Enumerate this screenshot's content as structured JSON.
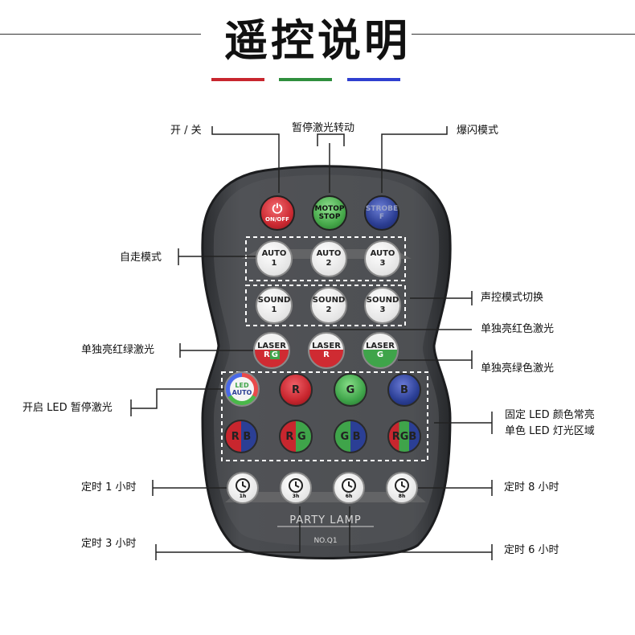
{
  "title": "遥控说明",
  "labels": {
    "power": "开 / 关",
    "pause_motor": "暂停激光转动",
    "strobe": "爆闪模式",
    "auto_mode": "自走模式",
    "sound_mode": "声控模式切换",
    "red_laser": "单独亮红色激光",
    "red_green_laser": "单独亮红绿激光",
    "green_laser": "单独亮绿色激光",
    "led_on_pause_laser": "开启 LED 暂停激光",
    "fixed_led_1": "固定 LED 颜色常亮",
    "fixed_led_2": "单色 LED 灯光区域",
    "timer_1h": "定时 1 小时",
    "timer_8h": "定时 8 小时",
    "timer_3h": "定时 3 小时",
    "timer_6h": "定时 6 小时"
  },
  "remote": {
    "power": {
      "text": "ON/OFF",
      "color": "#cc2a32"
    },
    "motor": {
      "line1": "MOTOP",
      "line2": "STOP",
      "color": "#46a84a"
    },
    "strobe": {
      "line1": "STROBE",
      "line2": "F",
      "color": "#2c3e93"
    },
    "auto": [
      {
        "line1": "AUTO",
        "line2": "1"
      },
      {
        "line1": "AUTO",
        "line2": "2"
      },
      {
        "line1": "AUTO",
        "line2": "3"
      }
    ],
    "sound": [
      {
        "line1": "SOUND",
        "line2": "1"
      },
      {
        "line1": "SOUND",
        "line2": "2"
      },
      {
        "line1": "SOUND",
        "line2": "3"
      }
    ],
    "laser": [
      {
        "line1": "LASER",
        "line2a": "R",
        "line2b": "G"
      },
      {
        "line1": "LASER",
        "line2a": "R",
        "line2b": ""
      },
      {
        "line1": "LASER",
        "line2a": "G",
        "line2b": ""
      }
    ],
    "led_auto": {
      "line1": "LED",
      "line2": "AUTO"
    },
    "single_colors": [
      "R",
      "G",
      "B"
    ],
    "combos": [
      {
        "letters": [
          "R",
          "B"
        ]
      },
      {
        "letters": [
          "R",
          "G"
        ]
      },
      {
        "letters": [
          "G",
          "B"
        ]
      },
      {
        "letters": [
          "R",
          "G",
          "B"
        ]
      }
    ],
    "timers": [
      "1h",
      "3h",
      "6h",
      "8h"
    ],
    "brand": "PARTY LAMP",
    "model": "NO.Q1"
  },
  "colors": {
    "red": "#c8262e",
    "green": "#3fa44a",
    "blue": "#2b3f95",
    "body": "#3d3f42",
    "panel": "#5a5c60"
  }
}
